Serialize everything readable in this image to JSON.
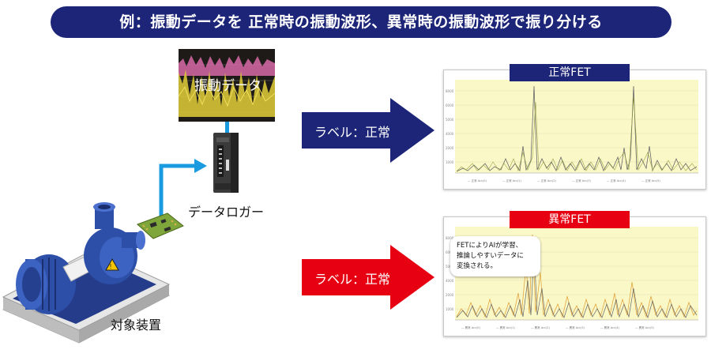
{
  "banner": {
    "text": "例：振動データを 正常時の振動波形、異常時の振動波形で振り分ける"
  },
  "vibration_image": {
    "caption": "振動データ"
  },
  "logger": {
    "label": "データロガー"
  },
  "equipment": {
    "label": "対象装置"
  },
  "normal": {
    "arrow_label": "ラベル：正常",
    "title": "正常FET",
    "title_color": "#1c2577",
    "arrow_color": "#1c2577"
  },
  "abnormal": {
    "arrow_label": "ラベル：正常",
    "title": "異常FET",
    "title_color": "#e60012",
    "arrow_color": "#e60012",
    "callout": "FETによりAIが学習、\n推論しやすいデータに\n変換される。"
  },
  "colors": {
    "chart_bg": "#fbf8c8",
    "connector": "#1a9be0"
  }
}
